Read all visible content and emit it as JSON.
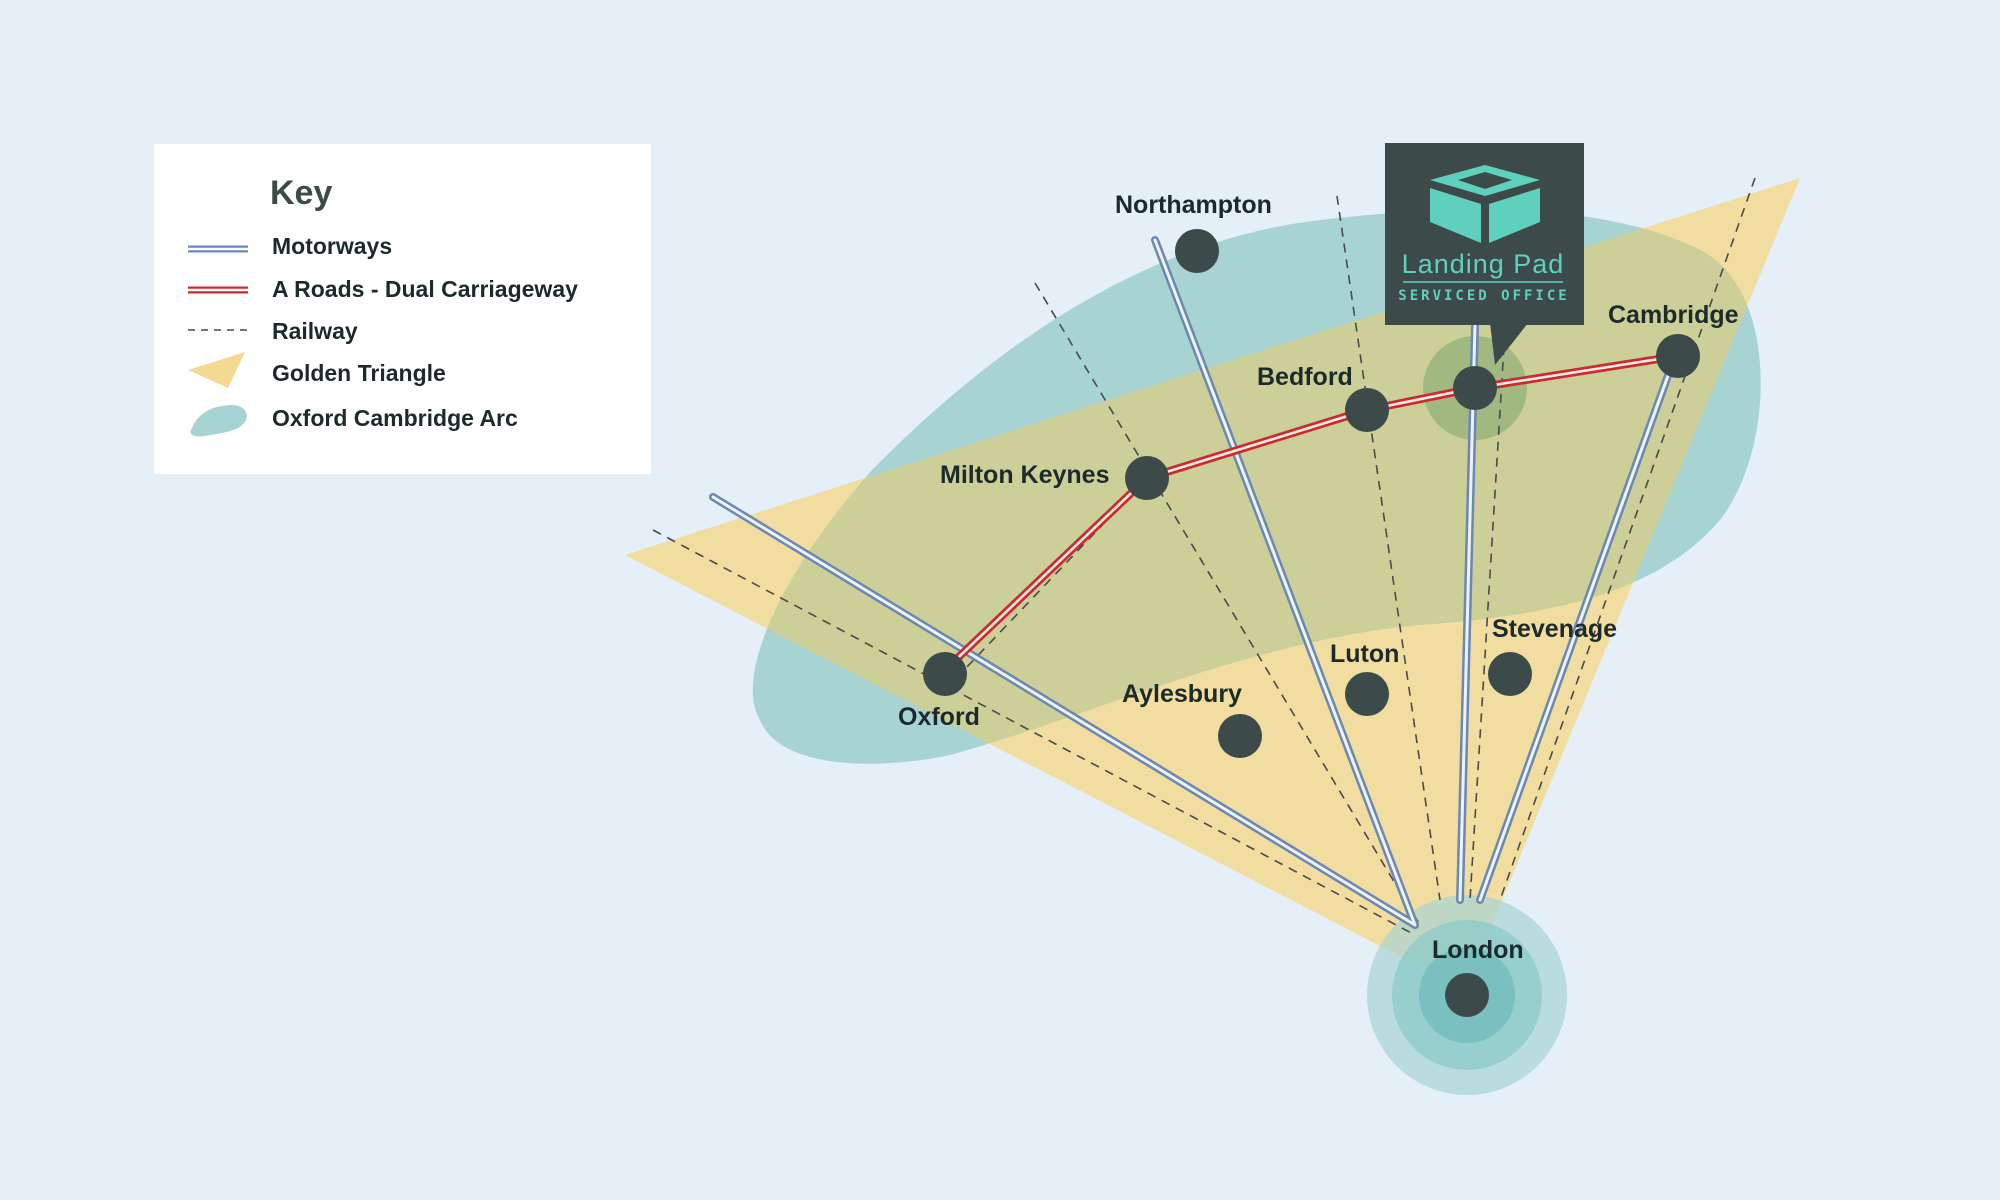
{
  "key": {
    "title": "Key",
    "items": [
      {
        "label": "Motorways",
        "symbol": "motorway-symbol-icon"
      },
      {
        "label": "A Roads - Dual Carriageway",
        "symbol": "a-road-symbol-icon"
      },
      {
        "label": "Railway",
        "symbol": "railway-symbol-icon"
      },
      {
        "label": "Golden Triangle",
        "symbol": "golden-triangle-symbol-icon"
      },
      {
        "label": "Oxford Cambridge Arc",
        "symbol": "arc-blob-symbol-icon"
      }
    ]
  },
  "towns": [
    {
      "name": "Northampton"
    },
    {
      "name": "Cambridge"
    },
    {
      "name": "Bedford"
    },
    {
      "name": "Milton Keynes"
    },
    {
      "name": "Stevenage"
    },
    {
      "name": "Luton"
    },
    {
      "name": "Aylesbury"
    },
    {
      "name": "Oxford"
    },
    {
      "name": "London"
    }
  ],
  "logo": {
    "name": "Landing Pad",
    "tagline": "SERVICED OFFICE",
    "icon": "box-cube-logo-icon"
  },
  "colors": {
    "background": "#e5eff7",
    "golden_triangle": "#f5d991",
    "oxford_cambridge_arc": "#a7d4d3",
    "motorway": "#6b88b3",
    "a_road": "#cc2b2b",
    "railway": "#444444",
    "town": "#3c4b4a",
    "logo_bg": "#3c4b4a",
    "logo_accent": "#5fd0bd"
  }
}
